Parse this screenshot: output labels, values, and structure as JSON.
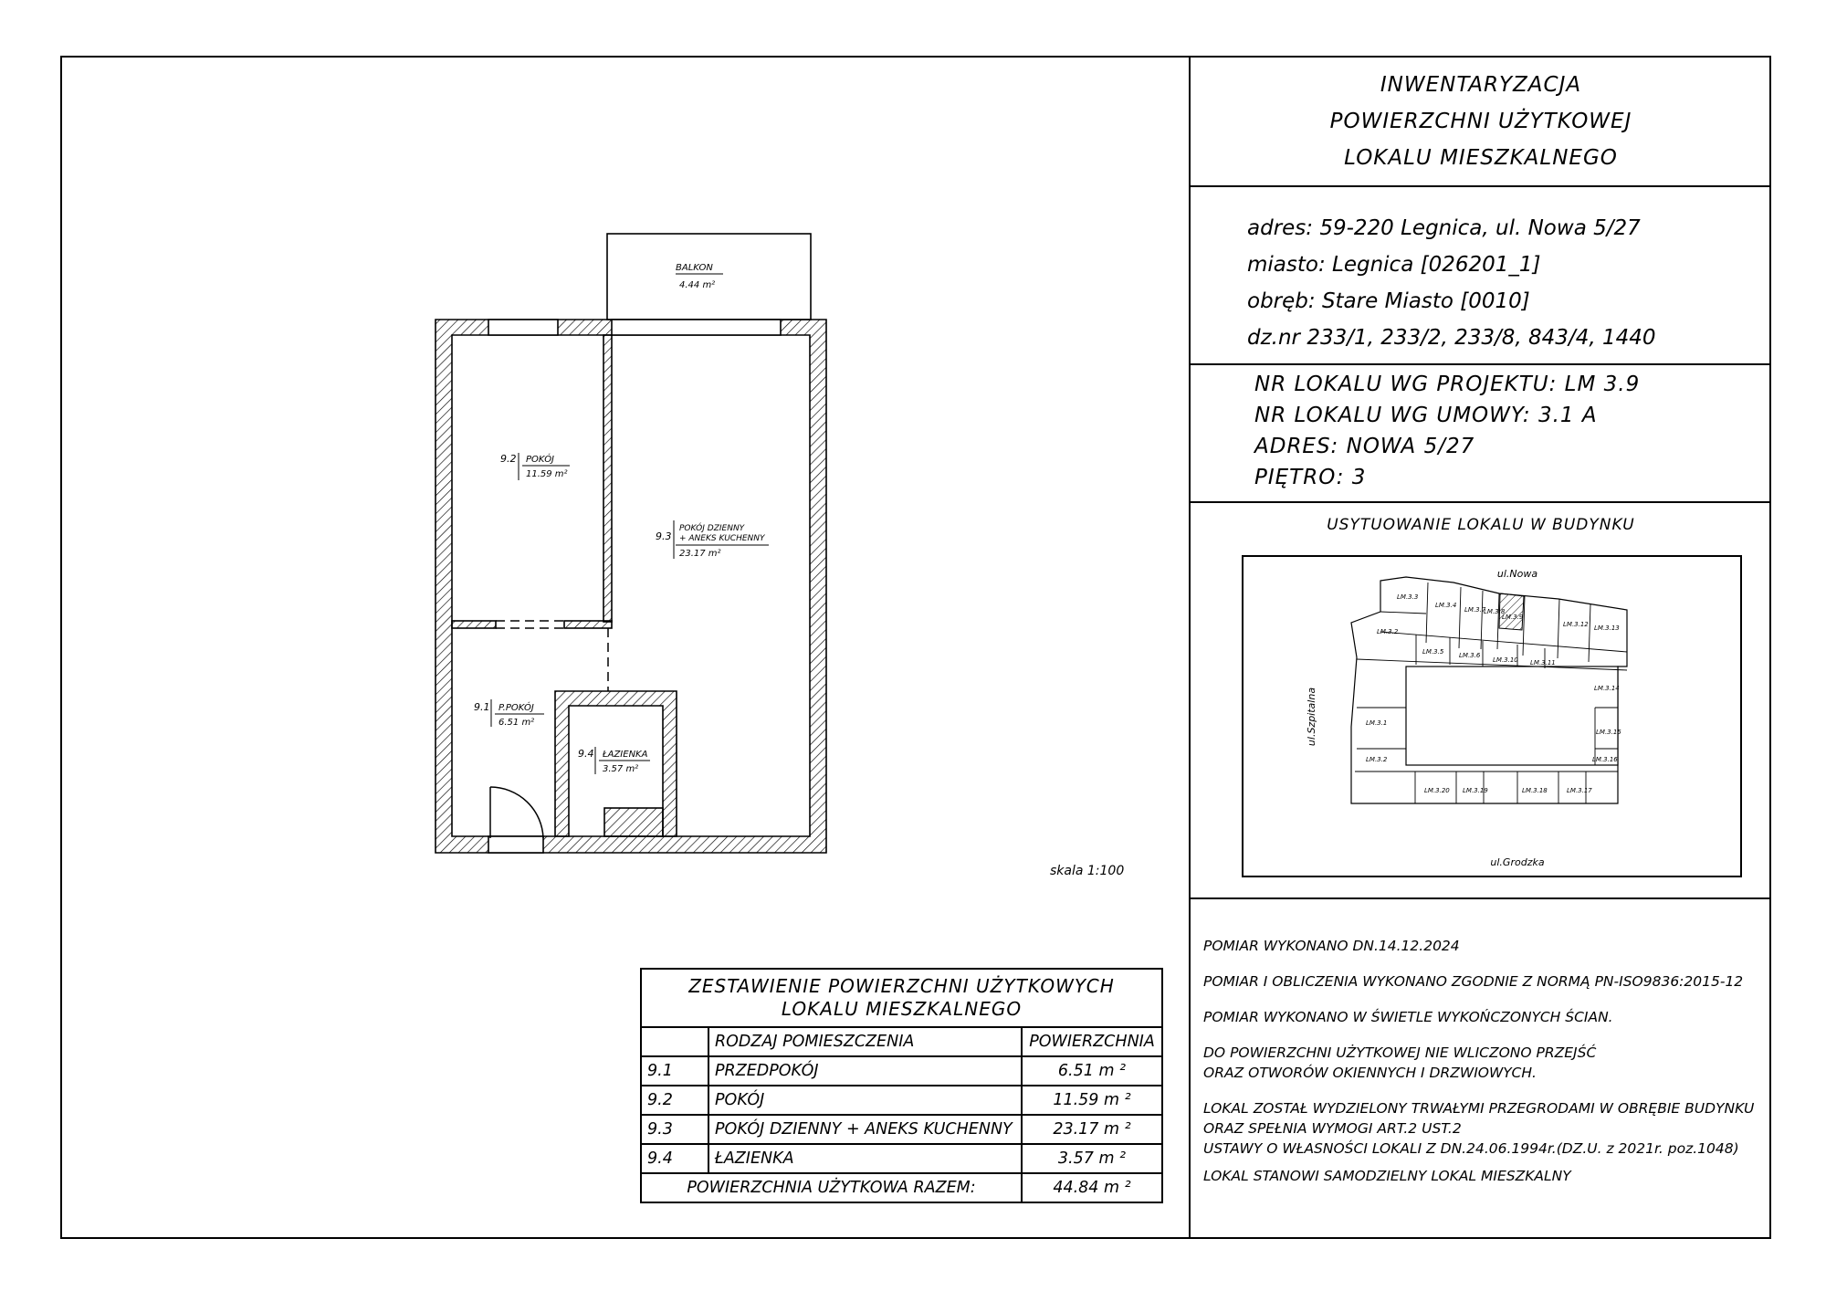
{
  "title": [
    "INWENTARYZACJA",
    "POWIERZCHNI UŻYTKOWEJ",
    "LOKALU MIESZKALNEGO"
  ],
  "address": {
    "adres": "adres: 59-220 Legnica, ul. Nowa 5/27",
    "miasto": "miasto: Legnica [026201_1]",
    "obreb": "obręb: Stare Miasto [0010]",
    "dz": "dz.nr 233/1, 233/2, 233/8, 843/4, 1440"
  },
  "lokal": {
    "projekt": "NR LOKALU WG PROJEKTU: LM 3.9",
    "umowa": "NR LOKALU WG UMOWY: 3.1 A",
    "adres": "ADRES: NOWA 5/27",
    "pietro": "PIĘTRO: 3"
  },
  "location_plan": {
    "title": "USYTUOWANIE LOKALU W BUDYNKU",
    "street_top": "ul.Nowa",
    "street_left": "ul.Szpitalna",
    "street_bottom": "ul.Grodzka",
    "units": [
      "LM.3.3",
      "LM.3.4",
      "LM.3.7",
      "LM.3.8",
      "LM.3.9",
      "LM.3.12",
      "LM.3.13",
      "LM.3.2",
      "LM.3.5",
      "LM.3.6",
      "LM.3.10",
      "LM.3.11",
      "LM.3.14",
      "LM.3.1",
      "LM.3.15",
      "LM.3.2",
      "LM.3.16",
      "LM.3.20",
      "LM.3.19",
      "LM.3.18",
      "LM.3.17"
    ]
  },
  "notes": [
    "POMIAR WYKONANO DN.14.12.2024",
    "POMIAR I OBLICZENIA WYKONANO ZGODNIE Z NORMĄ PN-ISO9836:2015-12",
    "POMIAR WYKONANO W ŚWIETLE WYKOŃCZONYCH ŚCIAN.",
    "DO POWIERZCHNI UŻYTKOWEJ NIE WLICZONO PRZEJŚĆ",
    "ORAZ OTWORÓW OKIENNYCH I DRZWIOWYCH.",
    "LOKAL ZOSTAŁ WYDZIELONY TRWAŁYMI PRZEGRODAMI W OBRĘBIE BUDYNKU",
    "ORAZ SPEŁNIA WYMOGI ART.2 UST.2",
    "USTAWY O WŁASNOŚCI LOKALI Z DN.24.06.1994r.(DZ.U. z 2021r. poz.1048)",
    "LOKAL STANOWI SAMODZIELNY LOKAL MIESZKALNY"
  ],
  "scale": "skala 1:100",
  "plan": {
    "balkon": {
      "name": "BALKON",
      "area": "4.44 m²"
    },
    "rooms": [
      {
        "no": "9.2",
        "name": "POKÓJ",
        "area": "11.59 m²"
      },
      {
        "no": "9.3",
        "name": "POKÓJ DZIENNY",
        "name2": "+ ANEKS KUCHENNY",
        "area": "23.17 m²"
      },
      {
        "no": "9.1",
        "name": "P.POKÓJ",
        "area": "6.51 m²"
      },
      {
        "no": "9.4",
        "name": "ŁAZIENKA",
        "area": "3.57 m²"
      }
    ]
  },
  "summary": {
    "heading1": "ZESTAWIENIE POWIERZCHNI UŻYTKOWYCH",
    "heading2": "LOKALU MIESZKALNEGO",
    "col_type": "RODZAJ POMIESZCZENIA",
    "col_area": "POWIERZCHNIA",
    "rows": [
      {
        "no": "9.1",
        "name": "PRZEDPOKÓJ",
        "area": "6.51 m ²"
      },
      {
        "no": "9.2",
        "name": "POKÓJ",
        "area": "11.59 m ²"
      },
      {
        "no": "9.3",
        "name": "POKÓJ DZIENNY + ANEKS KUCHENNY",
        "area": "23.17 m ²"
      },
      {
        "no": "9.4",
        "name": "ŁAZIENKA",
        "area": "3.57 m ²"
      }
    ],
    "total_label": "POWIERZCHNIA UŻYTKOWA RAZEM:",
    "total_area": "44.84 m ²"
  }
}
